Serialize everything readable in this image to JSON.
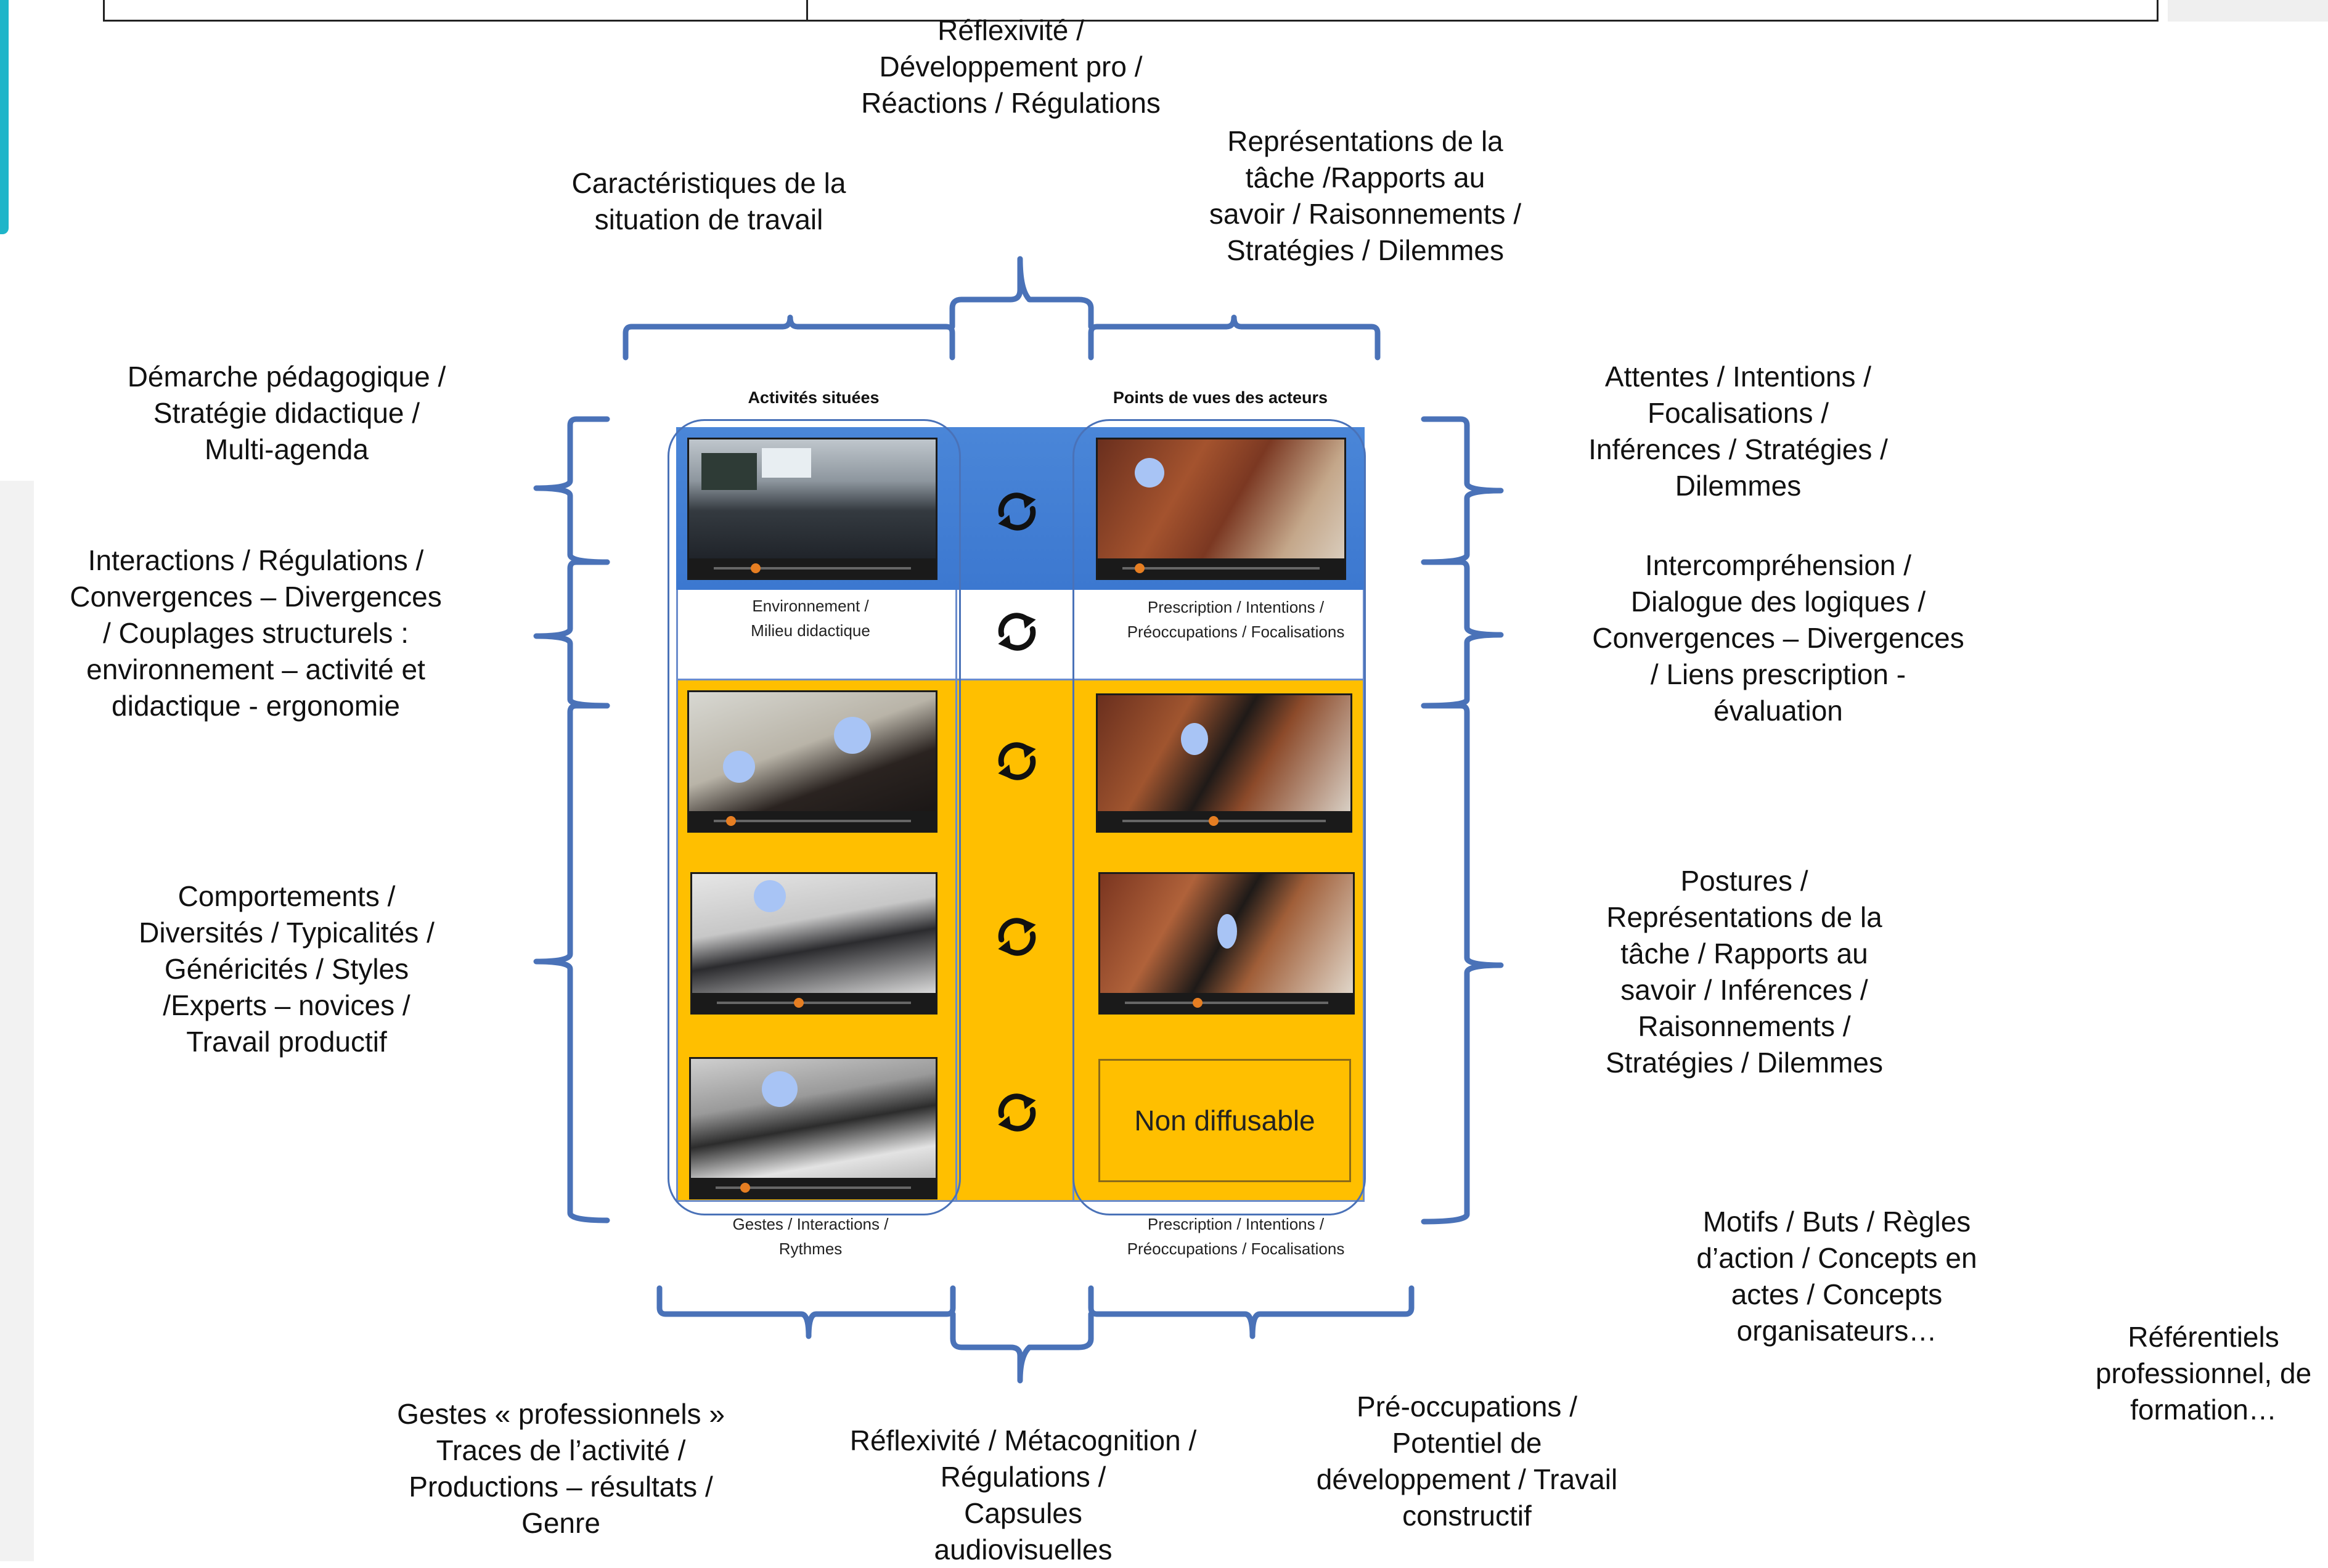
{
  "colors": {
    "blue_band": "#4a86d8",
    "orange_band": "#ffbf00",
    "bracket": "#4a72b8",
    "accent": "#1fb5c9"
  },
  "column_headers": {
    "left": "Activités situées",
    "right": "Points de vues des acteurs"
  },
  "captions": {
    "environment": "Environnement /\nMilieu didactique",
    "prescription_mid": "Prescription / Intentions /\nPréoccupations / Focalisations",
    "gestures": "Gestes / Interactions /\nRythmes",
    "prescription_bottom": "Prescription / Intentions /\nPréoccupations / Focalisations"
  },
  "non_diffusable": "Non diffusable",
  "labels": {
    "top_center": "Réflexivité /\nDéveloppement pro /\nRéactions / Régulations",
    "top_left": "Caractéristiques de la\nsituation de travail",
    "top_right": "Représentations de la\ntâche /Rapports au\nsavoir / Raisonnements /\nStratégies / Dilemmes",
    "left_1": "Démarche pédagogique /\nStratégie didactique /\nMulti-agenda",
    "left_2": "Interactions / Régulations /\nConvergences – Divergences\n/ Couplages structurels :\nenvironnement – activité et\ndidactique - ergonomie",
    "left_3": "Comportements /\nDiversités / Typicalités /\nGénéricités / Styles\n/Experts – novices /\nTravail productif",
    "right_1": "Attentes / Intentions /\nFocalisations /\nInférences / Stratégies /\nDilemmes",
    "right_2": "Intercompréhension /\nDialogue des logiques /\nConvergences – Divergences\n/ Liens prescription -\névaluation",
    "right_3": "Postures /\nReprésentations de la\ntâche / Rapports au\nsavoir / Inférences /\nRaisonnements /\nStratégies / Dilemmes",
    "right_4": "Motifs / Buts / Règles\nd’action / Concepts en\nactes / Concepts\norganisateurs…",
    "far_right": "Référentiels\nprofessionnel, de\nformation…",
    "bottom_left": "Gestes « professionnels »\nTraces de l’activité /\nProductions – résultats /\nGenre",
    "bottom_center": "Réflexivité / Métacognition /\nRégulations /\nCapsules\naudiovisuelles",
    "bottom_right": "Pré-occupations /\nPotentiel de\ndéveloppement / Travail\nconstructif"
  },
  "icons": {
    "sync": "sync-arrows-icon",
    "blur": "face-blur-circle"
  }
}
